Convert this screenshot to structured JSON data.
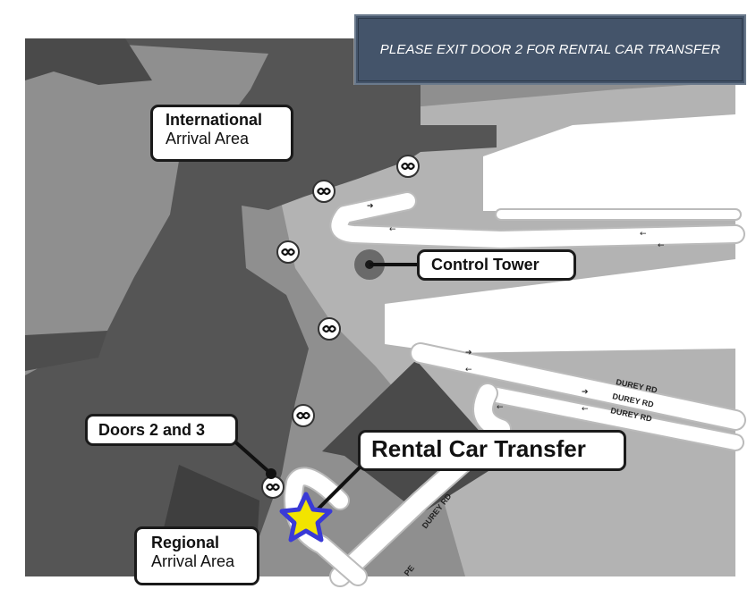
{
  "banner": {
    "text": "PLEASE EXIT DOOR 2 FOR RENTAL CAR TRANSFER"
  },
  "labels": {
    "international": {
      "line1": "International",
      "line2": "Arrival Area"
    },
    "control_tower": "Control Tower",
    "doors": "Doors 2 and 3",
    "rental": "Rental Car Transfer",
    "regional": {
      "line1": "Regional",
      "line2": "Arrival Area"
    }
  },
  "roads": {
    "durey_1": "DUREY RD",
    "durey_2": "DUREY RD",
    "durey_3": "DUREY RD",
    "durey_4": "DUREY RD",
    "partial": "PE"
  },
  "icons": {
    "baggage": "baggage-claim-icon",
    "marker": "star-marker-icon"
  },
  "colors": {
    "banner_bg": "#44546a",
    "star_fill": "#f2e400",
    "star_outline": "#3a3ad6",
    "building": "#555555",
    "ground": "#8f8f8f",
    "apron": "#b3b3b3"
  }
}
